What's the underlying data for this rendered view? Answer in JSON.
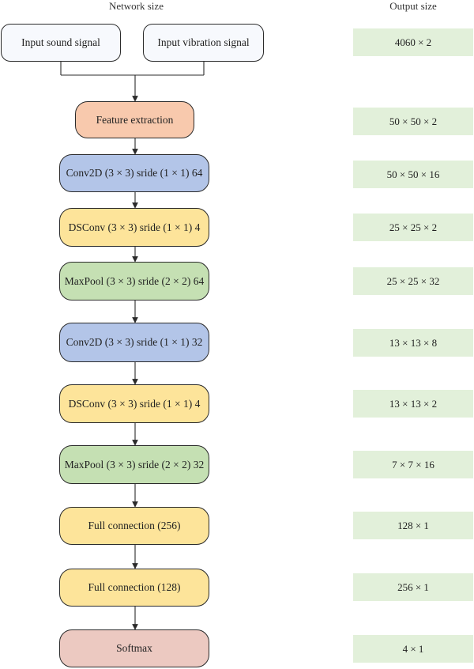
{
  "headers": {
    "network": "Network size",
    "output": "Output size"
  },
  "inputs": [
    {
      "label": "Input sound signal",
      "fill": "#f7f9fd"
    },
    {
      "label": "Input vibration signal",
      "fill": "#f7f9fd"
    }
  ],
  "layers": [
    {
      "label": "Feature extraction",
      "fill": "#f8c9ad"
    },
    {
      "label": "Conv2D (3 × 3) sride (1 × 1) 64",
      "fill": "#b3c5e8"
    },
    {
      "label": "DSConv (3 × 3) sride (1 × 1) 4",
      "fill": "#fde49a"
    },
    {
      "label": "MaxPool (3 × 3) sride (2 × 2) 64",
      "fill": "#c5e0b3"
    },
    {
      "label": "Conv2D (3 × 3) sride (1 × 1) 32",
      "fill": "#b3c5e8"
    },
    {
      "label": "DSConv (3 × 3) sride (1 × 1) 4",
      "fill": "#fde49a"
    },
    {
      "label": "MaxPool (3 × 3) sride (2 × 2) 32",
      "fill": "#c5e0b3"
    },
    {
      "label": "Full connection (256)",
      "fill": "#fde49a"
    },
    {
      "label": "Full connection (128)",
      "fill": "#fde49a"
    },
    {
      "label": "Softmax",
      "fill": "#ecc9c1"
    }
  ],
  "outputs": [
    "4060 × 2",
    "50 × 50 × 2",
    "50 × 50 × 16",
    "25 × 25 × 2",
    "25 × 25 × 32",
    "13 × 13 × 8",
    "13 × 13 × 2",
    "7 × 7 × 16",
    "128 × 1",
    "256 × 1",
    "4 × 1"
  ],
  "colors": {
    "output_fill": "#e2f0da",
    "stroke": "#2b2b2b"
  }
}
